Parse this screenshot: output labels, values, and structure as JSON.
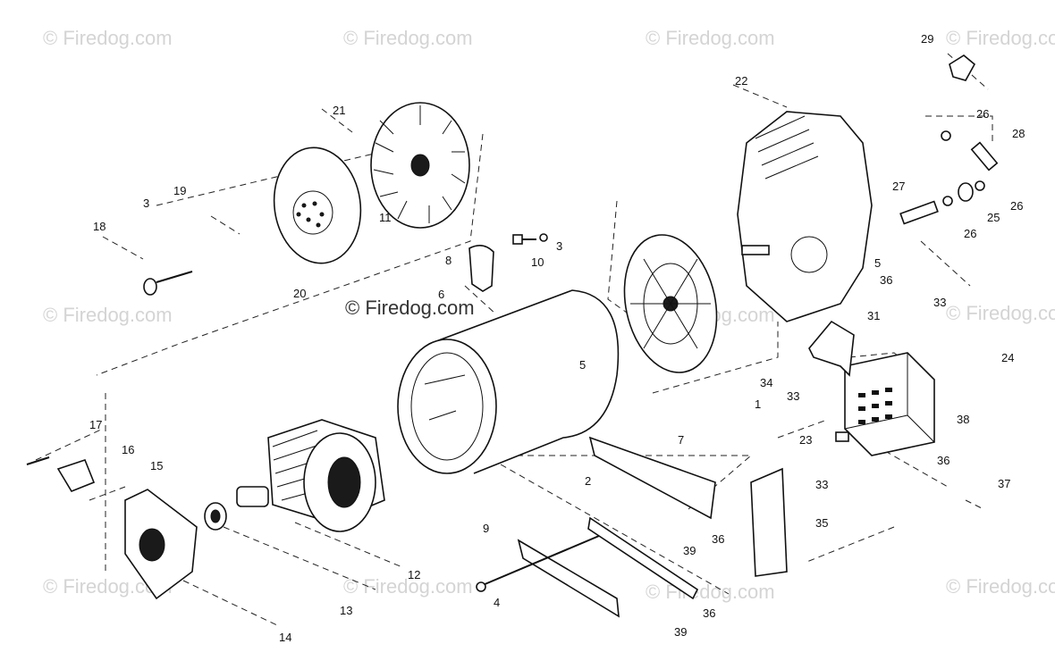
{
  "watermark": "© Firedog.com",
  "callouts": [
    "29",
    "22",
    "26",
    "28",
    "21",
    "19",
    "3",
    "11",
    "27",
    "26",
    "25",
    "18",
    "3",
    "10",
    "8",
    "26",
    "5",
    "36",
    "20",
    "6",
    "31",
    "33",
    "5",
    "33",
    "34",
    "24",
    "1",
    "38",
    "23",
    "17",
    "16",
    "15",
    "7",
    "36",
    "37",
    "2",
    "33",
    "35",
    "9",
    "36",
    "39",
    "12",
    "4",
    "36",
    "13",
    "39",
    "14"
  ]
}
